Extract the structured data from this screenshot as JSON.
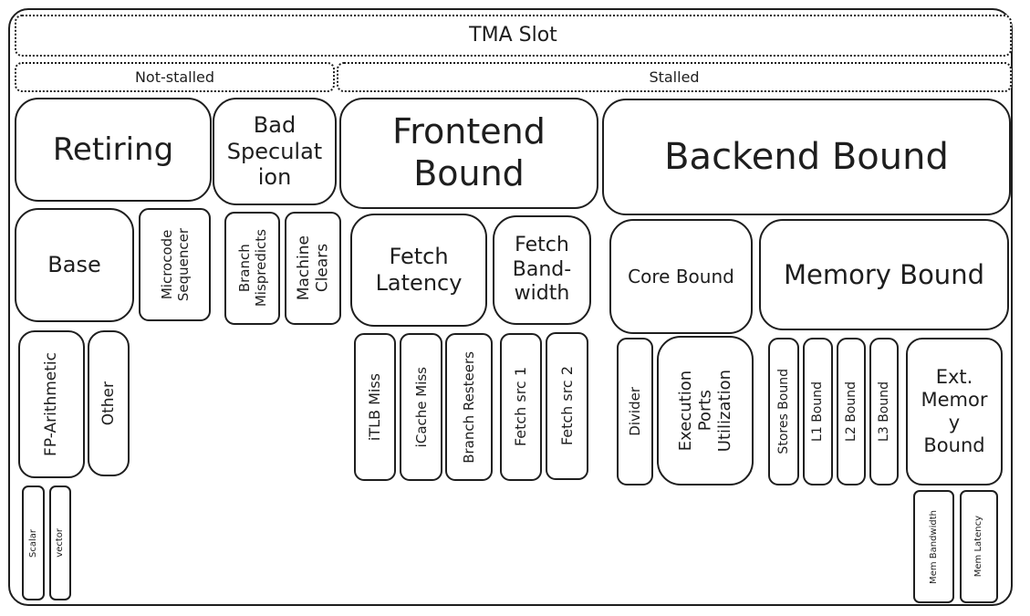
{
  "tma_slot": "TMA Slot",
  "not_stalled": "Not-stalled",
  "stalled": "Stalled",
  "retiring": "Retiring",
  "bad_speculation": "Bad\nSpeculat\nion",
  "frontend_bound": "Frontend\nBound",
  "backend_bound": "Backend Bound",
  "base": "Base",
  "microcode_sequencer": "Microcode\nSequencer",
  "branch_mispredicts": "Branch\nMispredicts",
  "machine_clears": "Machine\nClears",
  "fetch_latency": "Fetch\nLatency",
  "fetch_bandwidth": "Fetch\nBand-\nwidth",
  "core_bound": "Core Bound",
  "memory_bound": "Memory Bound",
  "fp_arithmetic": "FP-Arithmetic",
  "other": "Other",
  "itlb_miss": "iTLB Miss",
  "icache_miss": "iCache Miss",
  "branch_resteers": "Branch Resteers",
  "fetch_src_1": "Fetch src 1",
  "fetch_src_2": "Fetch src 2",
  "divider": "Divider",
  "execution_ports_utilization": "Execution\nPorts\nUtilization",
  "stores_bound": "Stores Bound",
  "l1_bound": "L1 Bound",
  "l2_bound": "L2 Bound",
  "l3_bound": "L3 Bound",
  "ext_memory_bound": "Ext.\nMemor\ny\nBound",
  "scalar": "Scalar",
  "vector": "vector",
  "mem_bandwidth": "Mem Bandwidth",
  "mem_latency": "Mem Latency"
}
